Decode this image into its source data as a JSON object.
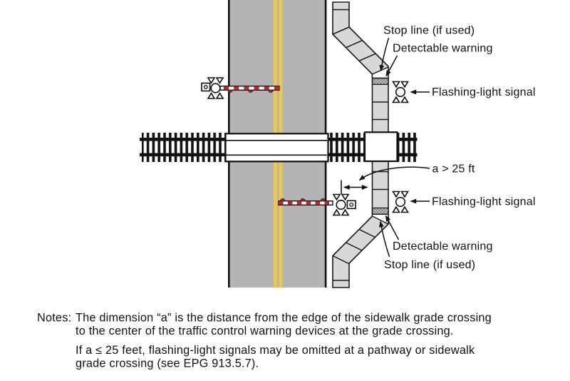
{
  "figure": {
    "description": "Pathway grade crossing diagram: roadway with railroad track, offset sidewalk crossing, gates and flashing-light signals"
  },
  "labels": {
    "stop_line_top": "Stop line (if used)",
    "detectable_warning_top": "Detectable warning",
    "flashing_light_top": "Flashing-light signal",
    "dimension": "a > 25 ft",
    "flashing_light_bottom": "Flashing-light signal",
    "detectable_warning_bottom": "Detectable warning",
    "stop_line_bottom": "Stop line (if used)"
  },
  "notes": {
    "label": "Notes:",
    "para1": [
      "The dimension “a” is the distance from the edge of the sidewalk grade crossing",
      "to the center of the traffic control warning devices at the grade crossing."
    ],
    "para2": [
      "If a ≤ 25 feet, flashing-light signals may be omitted at a pathway or sidewalk",
      "grade crossing (see EPG 913.5.7)."
    ]
  },
  "colors": {
    "road": "#b4b4b6",
    "sidewalk": "#d8d8da",
    "centerline_yellow": "#edc64b",
    "gate_red": "#c0252b",
    "line_black": "#111111",
    "background": "#ffffff"
  },
  "icons": {
    "flashing_light_signal": "circle-with-four-ray-triangles",
    "signal_mechanism": "small-box-with-circle",
    "gate_arm": "red-white-striped-bar",
    "detectable_warning_surface": "crosshatch-band",
    "railroad_track": "rails-with-ties"
  }
}
